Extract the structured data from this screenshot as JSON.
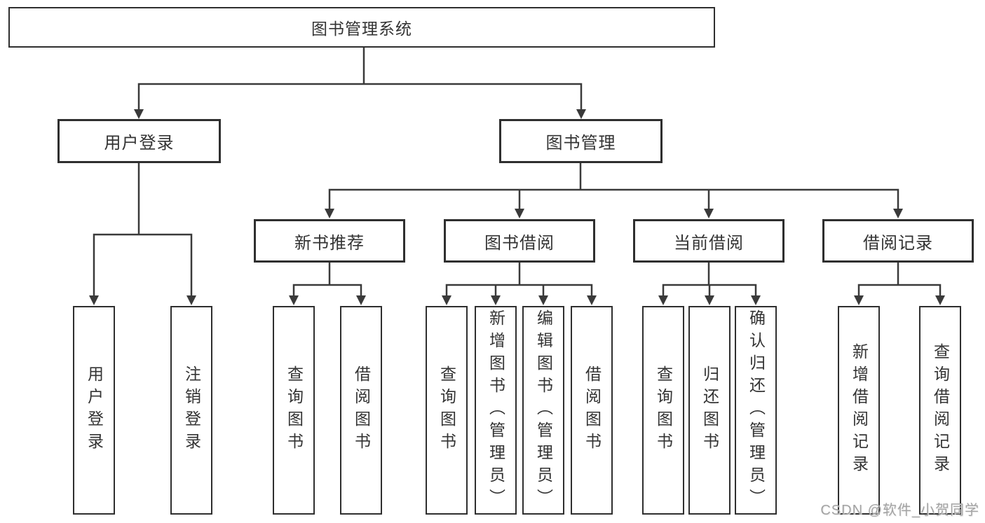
{
  "watermark": "CSDN @软件_小贺同学",
  "colors": {
    "line": "#3a3a3a",
    "box_border": "#2f2f2f",
    "box_fill": "#ffffff",
    "text": "#333333",
    "watermark": "#a3a3a3",
    "background": "#ffffff"
  },
  "nodes": {
    "root": "图书管理系统",
    "level2": {
      "user_login": "用户登录",
      "book_mgmt": "图书管理"
    },
    "level3": {
      "new_book": "新书推荐",
      "book_borrow": "图书借阅",
      "current_borrow": "当前借阅",
      "borrow_records": "借阅记录"
    },
    "leaves": {
      "user_login": [
        "用户登录",
        "注销登录"
      ],
      "new_book": [
        "查询图书",
        "借阅图书"
      ],
      "book_borrow": [
        "查询图书",
        "新增图书（管理员）",
        "编辑图书（管理员）",
        "借阅图书"
      ],
      "current_borrow": [
        "查询图书",
        "归还图书",
        "确认归还（管理员）"
      ],
      "borrow_records": [
        "新增借阅记录",
        "查询借阅记录"
      ]
    }
  }
}
